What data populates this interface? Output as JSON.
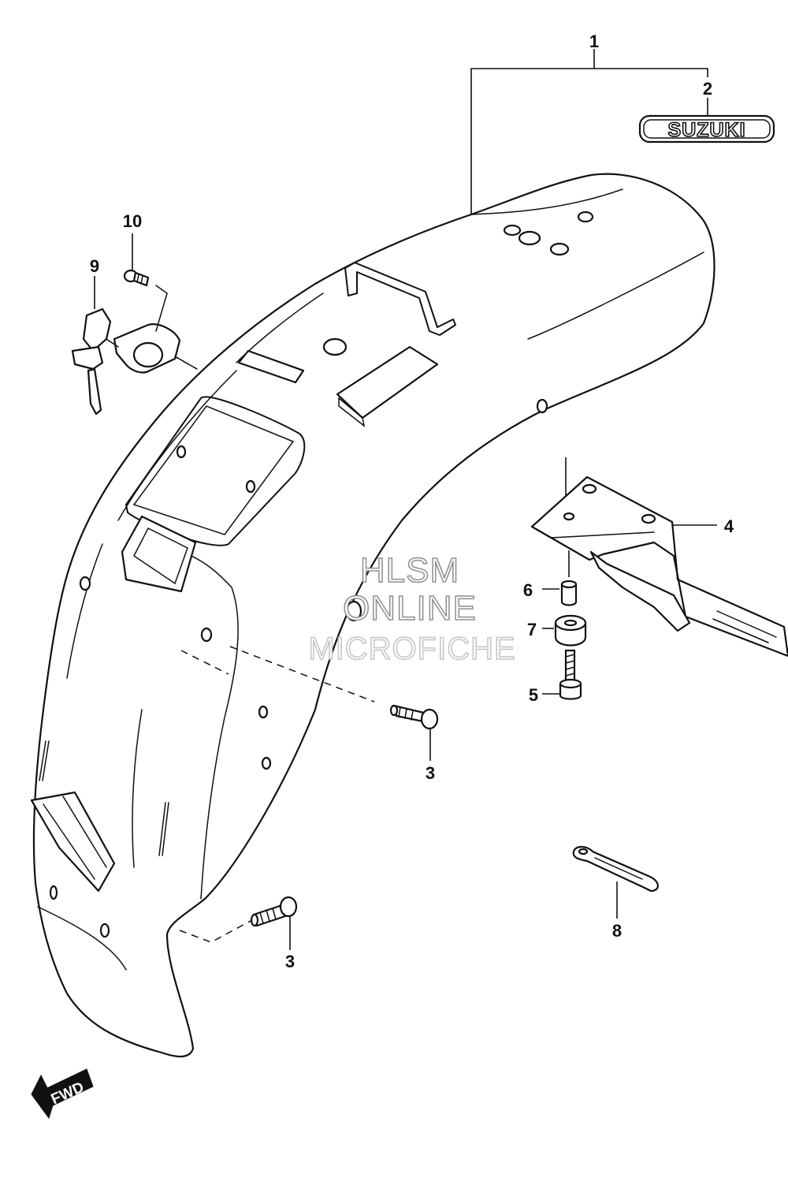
{
  "callouts": [
    {
      "id": "1",
      "label": "1"
    },
    {
      "id": "2",
      "label": "2"
    },
    {
      "id": "3a",
      "label": "3"
    },
    {
      "id": "3b",
      "label": "3"
    },
    {
      "id": "4",
      "label": "4"
    },
    {
      "id": "5",
      "label": "5"
    },
    {
      "id": "6",
      "label": "6"
    },
    {
      "id": "7",
      "label": "7"
    },
    {
      "id": "8",
      "label": "8"
    },
    {
      "id": "9",
      "label": "9"
    },
    {
      "id": "10",
      "label": "10"
    }
  ],
  "emblem": {
    "text": "SUZUKI"
  },
  "direction_marker": {
    "text": "FWD",
    "icon": "forward-arrow-icon"
  },
  "watermark": {
    "line1": "HLSM",
    "line2": "ONLINE",
    "line3": "MICROFICHE"
  },
  "colors": {
    "ink": "#111111",
    "paper": "#ffffff",
    "watermark": "#8f8f8f"
  }
}
